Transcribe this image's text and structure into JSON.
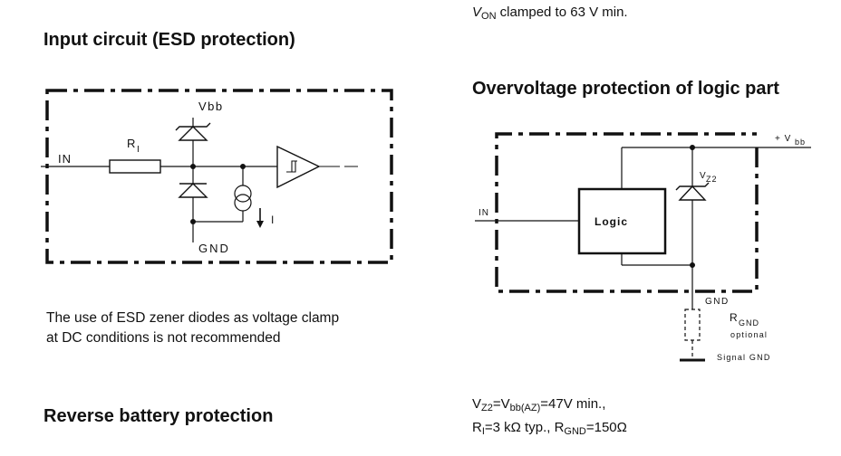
{
  "top_note": {
    "v": "V",
    "sub": "ON",
    "rest": " clamped to 63 V min."
  },
  "headings": {
    "input": "Input circuit (ESD protection)",
    "overvoltage": "Overvoltage protection of logic part",
    "reverse": "Reverse battery protection"
  },
  "input_circuit": {
    "vbb": "Vbb",
    "in": "IN",
    "ri": "R",
    "ri_sub": "I",
    "gnd": "GND",
    "i": "I"
  },
  "esd_note": {
    "line1": "The use of ESD zener diodes as voltage clamp",
    "line2": "at DC conditions is not recommended"
  },
  "overvoltage_circuit": {
    "vbb_plus": "+ V",
    "vbb_sub": "bb",
    "in": "IN",
    "logic": "Logic",
    "vz2": "V",
    "vz2_sub": "Z2",
    "gnd": "GND",
    "rgnd": "R",
    "rgnd_sub": "GND",
    "optional": "optional",
    "signal_gnd": "Signal GND"
  },
  "specs": {
    "l1_a": "V",
    "l1_a_sub": "Z2",
    "l1_b": "=V",
    "l1_b_sub": "bb(AZ)",
    "l1_c": "=47V min.,",
    "l2_a": "R",
    "l2_a_sub": "I",
    "l2_b": "=3 kΩ typ., R",
    "l2_b_sub": "GND",
    "l2_c": "=150Ω"
  }
}
